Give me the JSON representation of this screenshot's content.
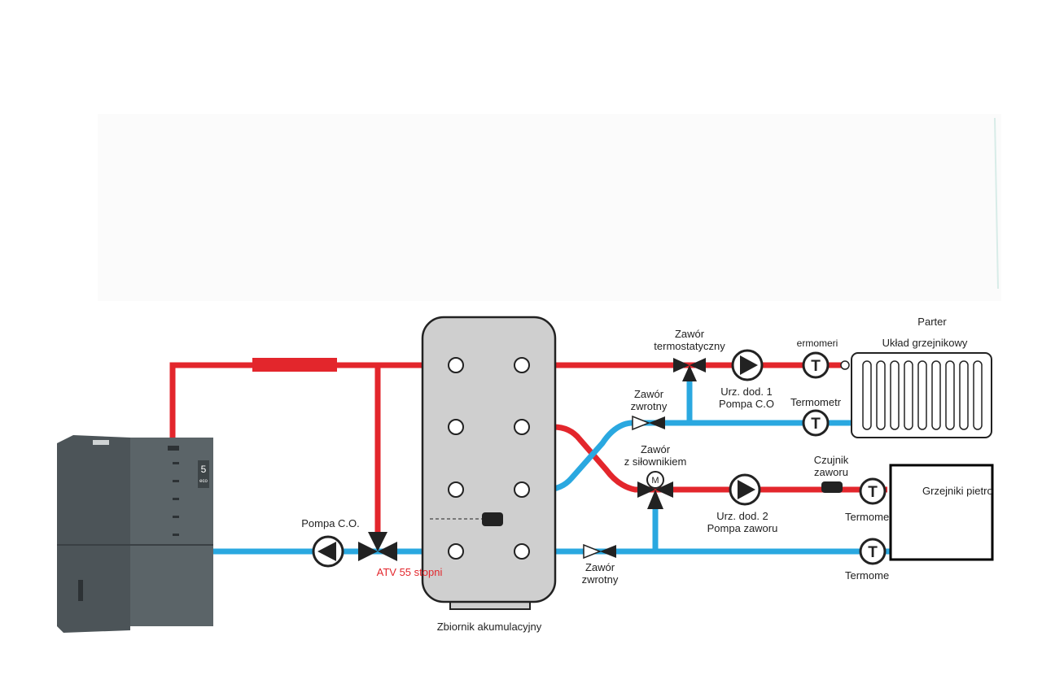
{
  "colors": {
    "hot": "#e3262c",
    "cold": "#2aa8e0",
    "tank": "#cfcfcf",
    "boiler": "#5b6468",
    "outline": "#222222"
  },
  "labels": {
    "parter": "Parter",
    "uklad_grzejnikowy": "Układ grzejnikowy",
    "zawor_termo_1": "Zawór",
    "zawor_termo_2": "termostatyczny",
    "termometr_top": "ermomeri",
    "pump1_1": "Urz. dod. 1",
    "pump1_2": "Pompa C.O",
    "zawor_zwrotny_top_1": "Zawór",
    "zawor_zwrotny_top_2": "zwrotny",
    "termometr_mid": "Termometr",
    "zawor_silownik_1": "Zawór",
    "zawor_silownik_2": "z siłownikiem",
    "czujnik_1": "Czujnik",
    "czujnik_2": "zaworu",
    "grzejniki_pietro": "Grzejniki pietro",
    "pump2_1": "Urz. dod. 2",
    "pump2_2": "Pompa zaworu",
    "termome_1": "Termome",
    "termome_2": "Termome",
    "pompa_co": "Pompa C.O.",
    "atv": "ATV 55 stopni",
    "zawor_zwrotny_bottom_1": "Zawór",
    "zawor_zwrotny_bottom_2": "zwrotny",
    "zbiornik": "Zbiornik akumulacyjny",
    "boiler_badge": "5",
    "boiler_badge_sub": "eco"
  },
  "icons": {
    "thermometer": "thermometer-icon",
    "pump": "pump-icon",
    "motor": "motor-icon"
  },
  "symbols": {
    "thermometer_letter": "T",
    "motor_letter": "M"
  }
}
